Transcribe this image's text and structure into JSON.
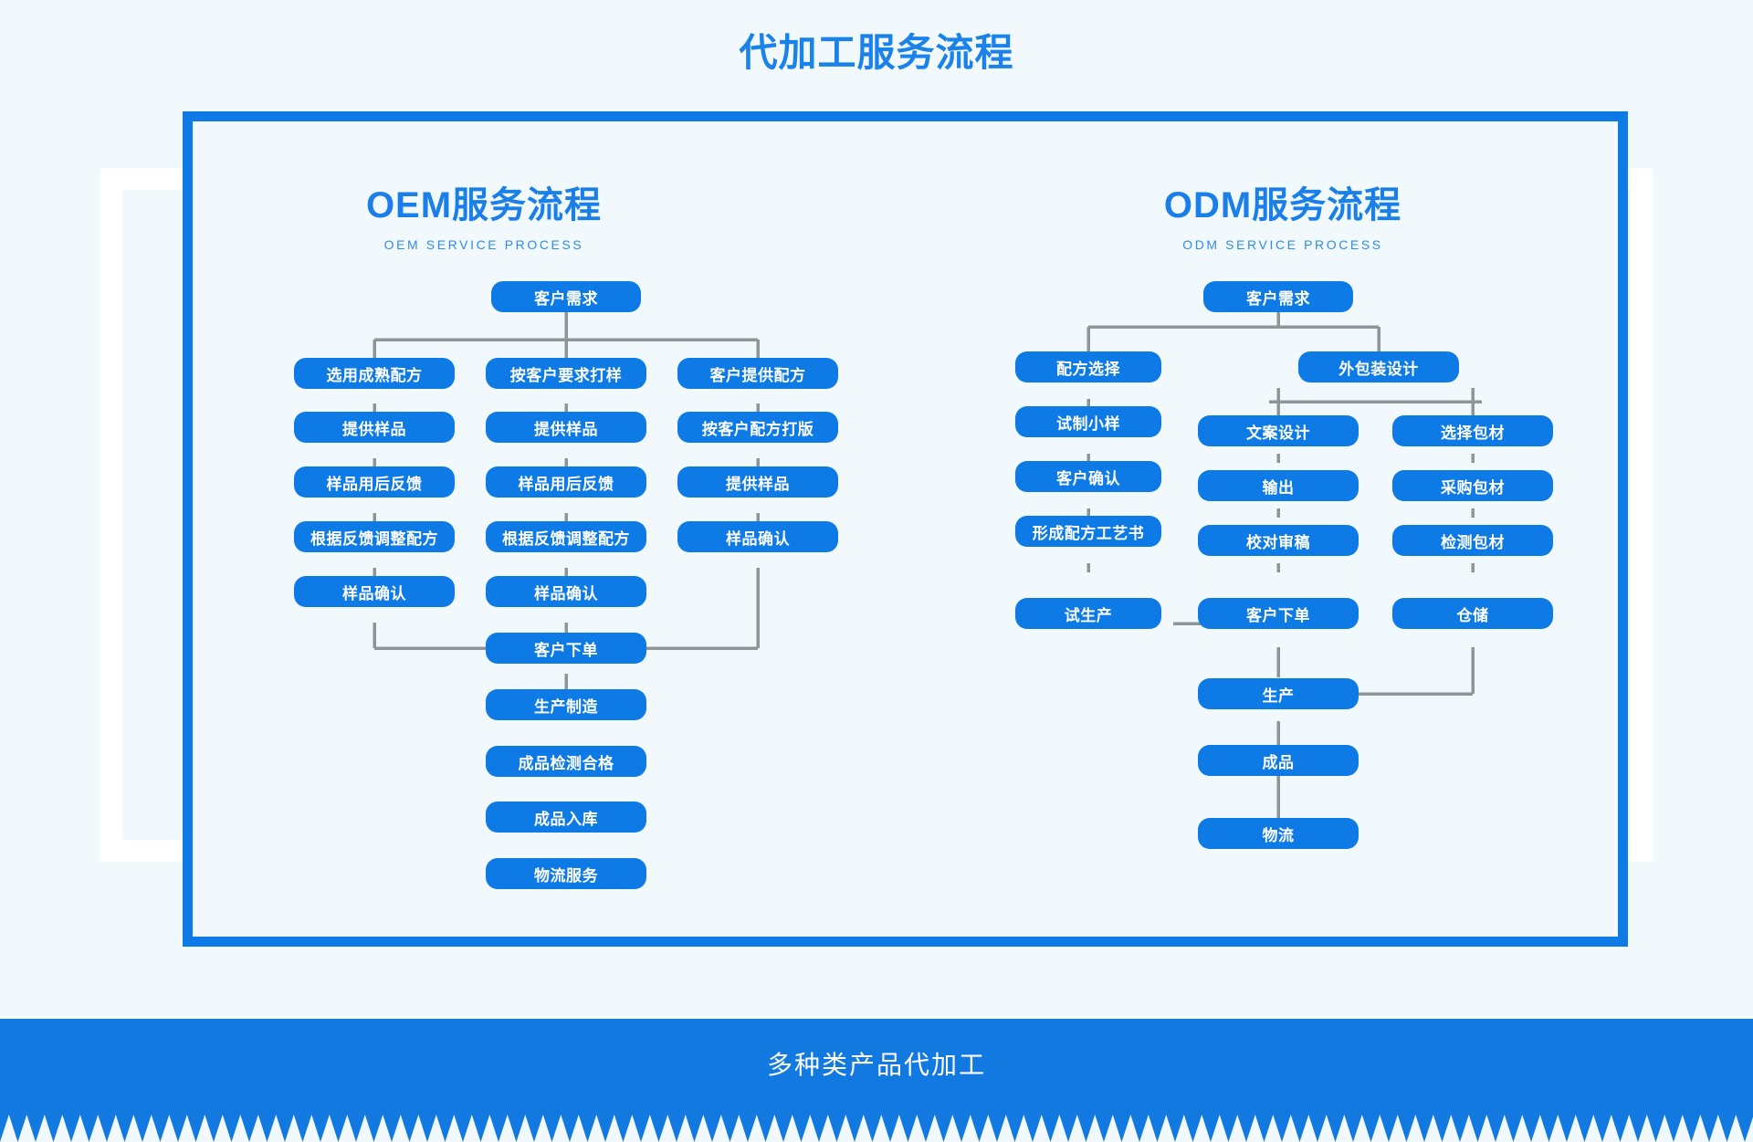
{
  "page": {
    "title": "代加工服务流程",
    "footer_text": "多种类产品代加工",
    "accent_color": "#0d7ae5",
    "background_color": "#f2f9fd",
    "node_text_color": "#ffffff",
    "connector_color": "#8f9497"
  },
  "sections": {
    "oem": {
      "heading_zh": "OEM服务流程",
      "heading_en": "OEM SERVICE PROCESS",
      "root": "客户需求",
      "left_branch": [
        "选用成熟配方",
        "提供样品",
        "样品用后反馈",
        "根据反馈调整配方",
        "样品确认"
      ],
      "middle_branch": [
        "按客户要求打样",
        "提供样品",
        "样品用后反馈",
        "根据反馈调整配方",
        "样品确认"
      ],
      "right_branch": [
        "客户提供配方",
        "按客户配方打版",
        "提供样品",
        "样品确认"
      ],
      "merge": [
        "客户下单",
        "生产制造",
        "成品检测合格",
        "成品入库",
        "物流服务"
      ]
    },
    "odm": {
      "heading_zh": "ODM服务流程",
      "heading_en": "ODM SERVICE PROCESS",
      "root": "客户需求",
      "left_branch": [
        "配方选择",
        "试制小样",
        "客户确认",
        "形成配方工艺书",
        "试生产"
      ],
      "packaging_root": "外包装设计",
      "middle_branch": [
        "文案设计",
        "输出",
        "校对审稿",
        "客户下单"
      ],
      "right_branch": [
        "选择包材",
        "采购包材",
        "检测包材",
        "仓储"
      ],
      "merge": [
        "生产",
        "成品",
        "物流"
      ]
    }
  }
}
